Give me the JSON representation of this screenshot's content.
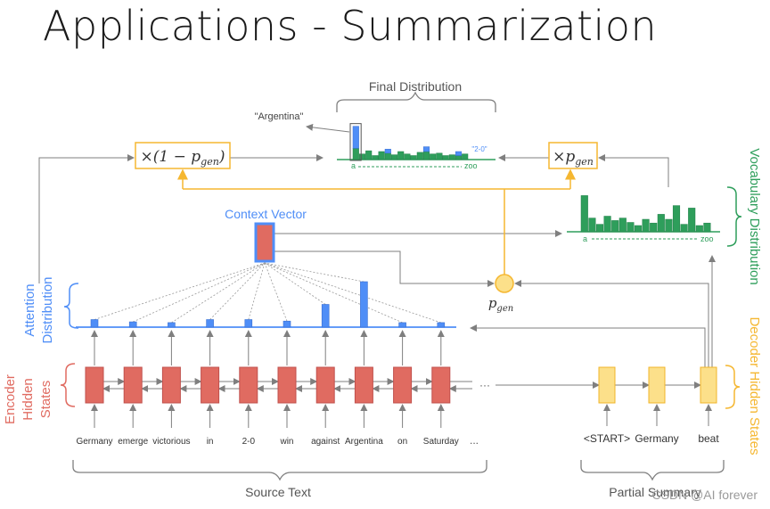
{
  "title": "Applications - Summarization",
  "labels": {
    "final_distribution": "Final Distribution",
    "argentina_pointer": "\"Argentina\"",
    "vocab_start": "a",
    "vocab_end": "zoo",
    "final_small_label": "\"2-0\"",
    "context_vector": "Context Vector",
    "vocabulary_distribution": "Vocabulary Distribution",
    "attention_distribution_1": "Attention",
    "attention_distribution_2": "Distribution",
    "encoder_1": "Encoder",
    "encoder_2": "Hidden",
    "encoder_3": "States",
    "decoder_hidden_states": "Decoder Hidden States",
    "source_text": "Source Text",
    "partial_summary": "Partial Summary",
    "one_minus_pgen": "×(1 − p",
    "one_minus_pgen_sub": "gen",
    "one_minus_pgen_close": ")",
    "times_pgen": "×p",
    "times_pgen_sub": "gen",
    "pgen": "p",
    "pgen_sub": "gen",
    "ellipsis_states": "···",
    "ellipsis_words": "..."
  },
  "source_words": [
    "Germany",
    "emerge",
    "victorious",
    "in",
    "2-0",
    "win",
    "against",
    "Argentina",
    "on",
    "Saturday"
  ],
  "summary_words": [
    "<START>",
    "Germany",
    "beat"
  ],
  "attention_values": [
    0.1,
    0.07,
    0.06,
    0.1,
    0.1,
    0.08,
    0.3,
    0.6,
    0.06,
    0.06
  ],
  "vocab_distribution_values": [
    0.58,
    0.22,
    0.12,
    0.25,
    0.18,
    0.22,
    0.15,
    0.1,
    0.2,
    0.14,
    0.28,
    0.2,
    0.42,
    0.12,
    0.38,
    0.1,
    0.14
  ],
  "final_distribution_green": [
    0.28,
    0.14,
    0.22,
    0.1,
    0.2,
    0.16,
    0.12,
    0.2,
    0.14,
    0.1,
    0.18,
    0.2,
    0.14,
    0.16,
    0.1,
    0.12,
    0.1,
    0.14
  ],
  "final_distribution_blue_overlay": {
    "argentina": 0.55,
    "two_zero": 0.12,
    "other": 0.1
  },
  "watermark": "CSDN @AI forever",
  "colors": {
    "encoder": "#e06b61",
    "encoder_border": "#c0504d",
    "decoder": "#fce08a",
    "decoder_border": "#f0b429",
    "attention": "#4f8ef7",
    "vocab": "#2e9e5b",
    "yellow_line": "#f5b731",
    "gray": "#7f7f7f"
  }
}
